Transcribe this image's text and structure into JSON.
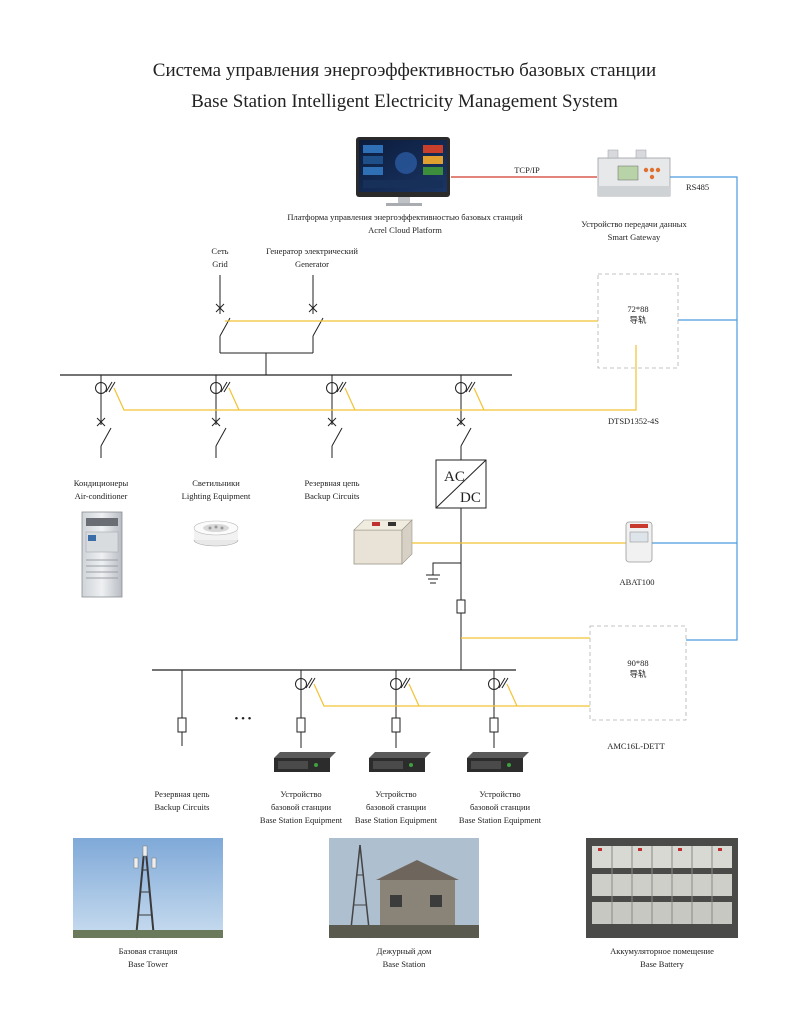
{
  "title_ru": "Система управления энергоэффективностью базовых станции",
  "title_en": "Base Station Intelligent Electricity Management System",
  "platform": {
    "ru": "Платформа управления энергоэффективностью базовых станций",
    "en": "Acrel Cloud Platform"
  },
  "gateway": {
    "ru": "Устройство передачи данных",
    "en": "Smart Gateway"
  },
  "links": {
    "tcpip": "TCP/IP",
    "rs485": "RS485"
  },
  "grid": {
    "ru": "Сеть",
    "en": "Grid"
  },
  "generator": {
    "ru": "Генератор электрический",
    "en": "Generator"
  },
  "box_top": {
    "size": "72*88",
    "rail": "导轨"
  },
  "dtsd_label": "DTSD1352-4S",
  "loads": [
    {
      "ru": "Кондиционеры",
      "en": "Air-conditioner"
    },
    {
      "ru": "Светильники",
      "en": "Lighting Equipment"
    },
    {
      "ru": "Резервная цепь",
      "en": "Backup Circuits"
    }
  ],
  "acdc": {
    "ac": "AC",
    "dc": "DC"
  },
  "abat_label": "ABAT100",
  "box_bottom": {
    "size": "90*88",
    "rail": "导轨"
  },
  "amc_label": "AMC16L-DETT",
  "ellipsis": "• • •",
  "backup_bottom": {
    "ru": "Резервная цепь",
    "en": "Backup Circuits"
  },
  "equipment": {
    "ru1": "Устройство",
    "ru2": "базовой станции",
    "en": "Base Station Equipment"
  },
  "photos": [
    {
      "ru": "Базовая станция",
      "en": "Base Tower"
    },
    {
      "ru": "Дежурный дом",
      "en": "Base Station"
    },
    {
      "ru": "Аккумуляторное помещение",
      "en": "Base Battery"
    }
  ],
  "colors": {
    "signal_yellow": "#f2c233",
    "rs485_blue": "#4a9be0",
    "tcpip_red": "#d03a2e",
    "line": "#222222"
  }
}
